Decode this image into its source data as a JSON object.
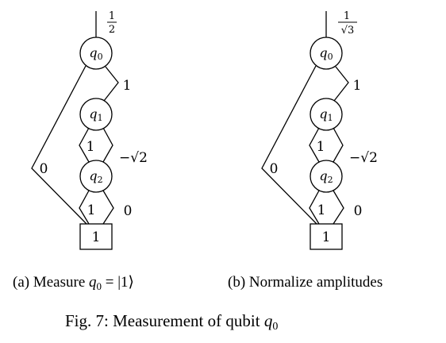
{
  "diagrams": [
    {
      "id": "a",
      "root_weight": {
        "numerator": "1",
        "denominator": "2"
      },
      "nodes": {
        "q0": "q0",
        "q1": "q1",
        "q2": "q2"
      },
      "edge_labels": {
        "q0_low": "0",
        "q0_high": "1",
        "q1_low": "1",
        "q1_high": "−√2",
        "q2_low": "1",
        "q2_high": "0"
      },
      "terminal": "1",
      "caption": {
        "prefix": "(a) Measure ",
        "var": "q",
        "sub": "0",
        "suffix": " = |1⟩"
      }
    },
    {
      "id": "b",
      "root_weight": {
        "numerator": "1",
        "denominator": "√3"
      },
      "nodes": {
        "q0": "q0",
        "q1": "q1",
        "q2": "q2"
      },
      "edge_labels": {
        "q0_low": "0",
        "q0_high": "1",
        "q1_low": "1",
        "q1_high": "−√2",
        "q2_low": "1",
        "q2_high": "0"
      },
      "terminal": "1",
      "caption": {
        "text": "(b) Normalize amplitudes"
      }
    }
  ],
  "figure_caption": {
    "prefix": "Fig. 7: Measurement of qubit ",
    "var": "q",
    "sub": "0"
  }
}
